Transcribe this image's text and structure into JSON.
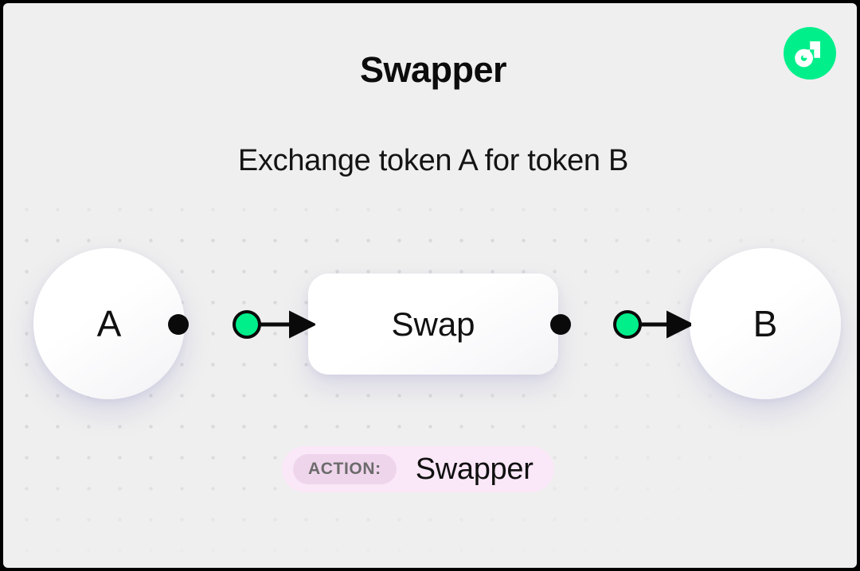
{
  "header": {
    "title": "Swapper",
    "subtitle": "Exchange token A for token B",
    "logo_icon": "flow-logo-icon"
  },
  "diagram": {
    "type": "flow-diagram",
    "nodes": [
      {
        "id": "a",
        "label": "A",
        "shape": "circle"
      },
      {
        "id": "swap",
        "label": "Swap",
        "shape": "rounded-rect"
      },
      {
        "id": "b",
        "label": "B",
        "shape": "circle"
      }
    ],
    "edges": [
      {
        "from": "a",
        "to": "swap",
        "direction": "right"
      },
      {
        "from": "swap",
        "to": "b",
        "direction": "right"
      }
    ]
  },
  "badge": {
    "key": "ACTION:",
    "value": "Swapper"
  },
  "colors": {
    "brand_green": "#00ef8b",
    "canvas_background": "#efefef",
    "dot_grid": "#dadada",
    "badge_background": "#fae7f7",
    "badge_key_background": "#efd5ec",
    "badge_key_text": "#6b6b6b",
    "node_stroke": "#000000",
    "text": "#111111"
  }
}
